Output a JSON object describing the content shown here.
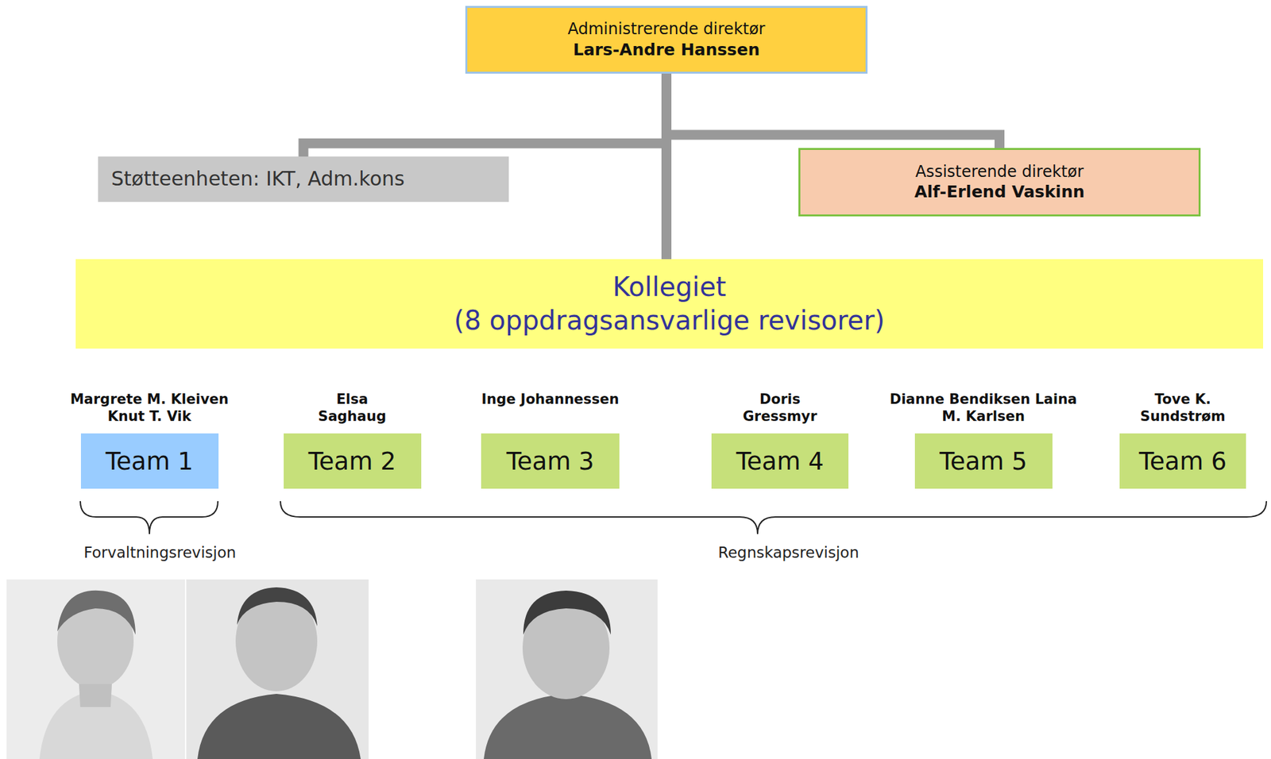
{
  "diagram": {
    "nodes": [
      {
        "text": [
          "Administrerende direktør",
          "Lars-Andre Hanssen"
        ]
      },
      {
        "text": [
          "Støtteenheten: IKT, Adm.kons"
        ]
      },
      {
        "text": [
          "Assisterende direktør",
          "Alf-Erlend Vaskinn"
        ]
      },
      {
        "text": [
          "Kollegiet",
          "(8 oppdragsansvarlige revisorer)"
        ]
      },
      {
        "text": [
          "Margrete M. Kleiven Knut T. Vik",
          "Team 1"
        ]
      },
      {
        "text": [
          "Elsa Saghaug",
          "Team 2"
        ]
      },
      {
        "text": [
          "Inge Johannessen",
          "Team 3"
        ]
      },
      {
        "text": [
          "Doris Gressmyr",
          "Team 4"
        ]
      },
      {
        "text": [
          "Dianne Bendiksen Laina M. Karlsen",
          "Team 5"
        ]
      },
      {
        "text": [
          "Tove K. Sundstrøm",
          "Team 6"
        ]
      }
    ],
    "edges": [
      {
        "from": 0,
        "to": 3,
        "arrow": "none"
      },
      {
        "from": 0,
        "to": 1,
        "arrow": "none"
      },
      {
        "from": 0,
        "to": 2,
        "arrow": "none"
      }
    ],
    "labels": [
      "Forvaltningsrevisjon",
      "Regnskapsrevisjon"
    ]
  }
}
